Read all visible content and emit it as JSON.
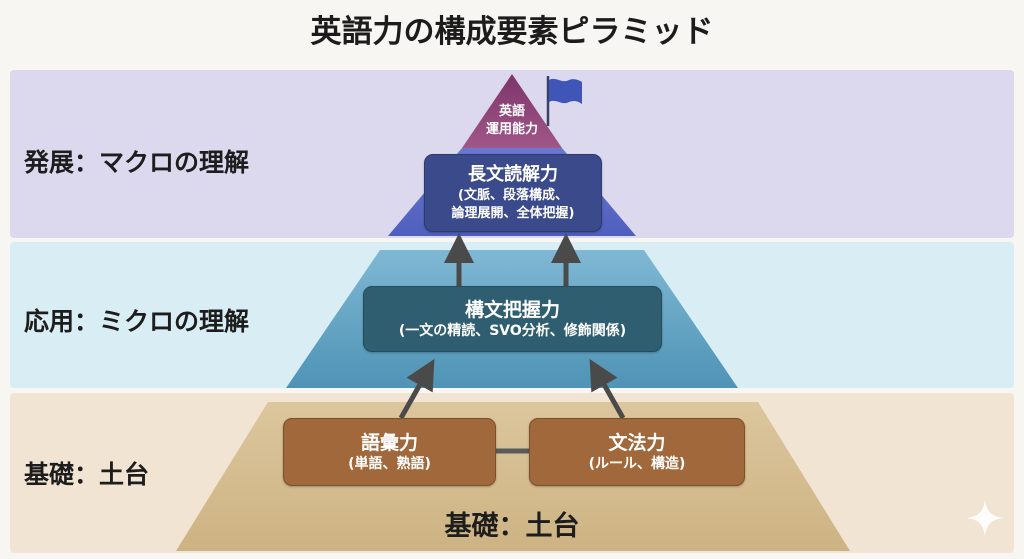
{
  "title": "英語力の構成要素ピラミッド",
  "levels": {
    "top": "発展：マクロの理解",
    "middle": "応用：ミクロの理解",
    "bottom": "基礎：土台"
  },
  "nodes": {
    "peak": {
      "line1": "英語",
      "line2": "運用能力"
    },
    "long_reading": {
      "title": "長文読解力",
      "line1": "(文脈、段落構成、",
      "line2": "論理展開、全体把握)"
    },
    "syntax": {
      "title": "構文把握力",
      "detail": "(一文の精読、SVO分析、修飾関係)"
    },
    "vocabulary": {
      "title": "語彙力",
      "detail": "(単語、熟語)"
    },
    "grammar": {
      "title": "文法力",
      "detail": "(ルール、構造)"
    }
  },
  "base_caption": "基礎：土台",
  "colors": {
    "band_top": "#dcd9ef",
    "band_mid": "#d9eef4",
    "band_bot": "#f1e4d3",
    "pyramid_top": "#8a3f72",
    "pyramid_upper": "#5563c0",
    "pyramid_middle": "#5d9fbf",
    "pyramid_base": "#d6bf92",
    "box_brown": "#a0683b",
    "box_teal": "#2f5e70",
    "box_navy": "#3a4a8a"
  },
  "icons": {
    "flag": "flag-icon",
    "sparkle": "sparkle-icon",
    "arrow": "arrow-up-icon"
  }
}
